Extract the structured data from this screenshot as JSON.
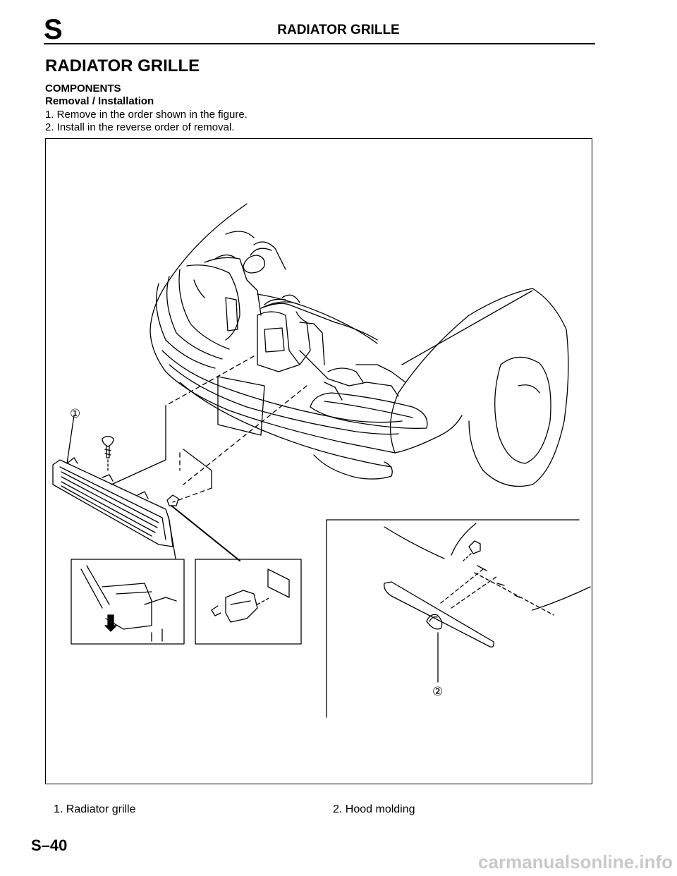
{
  "header": {
    "section_letter": "S",
    "title": "RADIATOR GRILLE"
  },
  "content": {
    "section_title": "RADIATOR GRILLE",
    "subheading": "COMPONENTS",
    "procedure_title": "Removal / Installation",
    "steps": [
      "1. Remove in the order shown in the figure.",
      "2. Install in the reverse order of removal."
    ]
  },
  "figure": {
    "callouts": [
      "①",
      "②"
    ]
  },
  "captions": [
    "1. Radiator grille",
    "2. Hood molding"
  ],
  "footer": {
    "page_number": "S–40",
    "watermark": "carmanualsonline.info"
  }
}
